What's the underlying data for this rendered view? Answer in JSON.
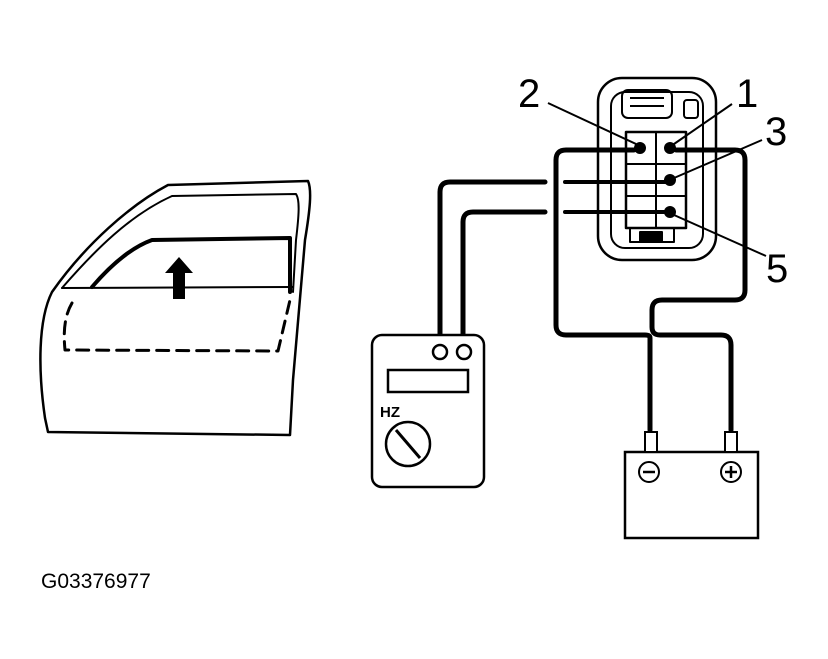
{
  "figure_id": "G03376977",
  "connector_pins": {
    "pin_1": "1",
    "pin_2": "2",
    "pin_3": "3",
    "pin_5": "5"
  },
  "meter": {
    "mode_label": "HZ"
  },
  "battery": {
    "negative_symbol": "−",
    "positive_symbol": "+"
  },
  "door": {
    "arrow_direction": "up"
  }
}
